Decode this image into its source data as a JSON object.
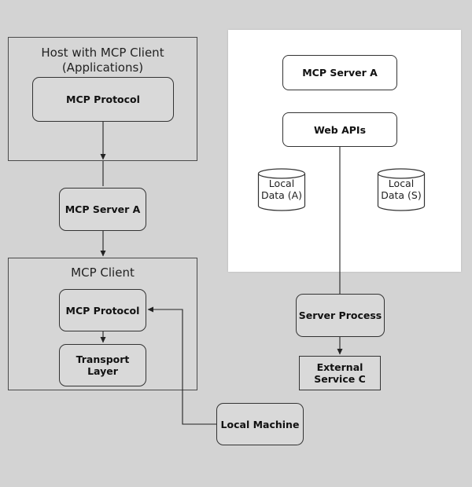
{
  "host_group": {
    "title_line1": "Host with MCP Client",
    "title_line2": "(Applications)"
  },
  "client_group": {
    "title": "MCP Client"
  },
  "nodes": {
    "host_protocol": "MCP Protocol",
    "server_a_left": "MCP Server A",
    "client_protocol": "MCP Protocol",
    "transport_layer": "Transport Layer",
    "local_machine": "Local Machine",
    "server_a_right": "MCP Server A",
    "web_apis": "Web APIs",
    "server_process": "Server Process",
    "external_service_line1": "External",
    "external_service_line2": "Service C"
  },
  "datastores": {
    "local_a_line1": "Local",
    "local_a_line2": "Data (A)",
    "local_s_line1": "Local",
    "local_s_line2": "Data (S)"
  }
}
